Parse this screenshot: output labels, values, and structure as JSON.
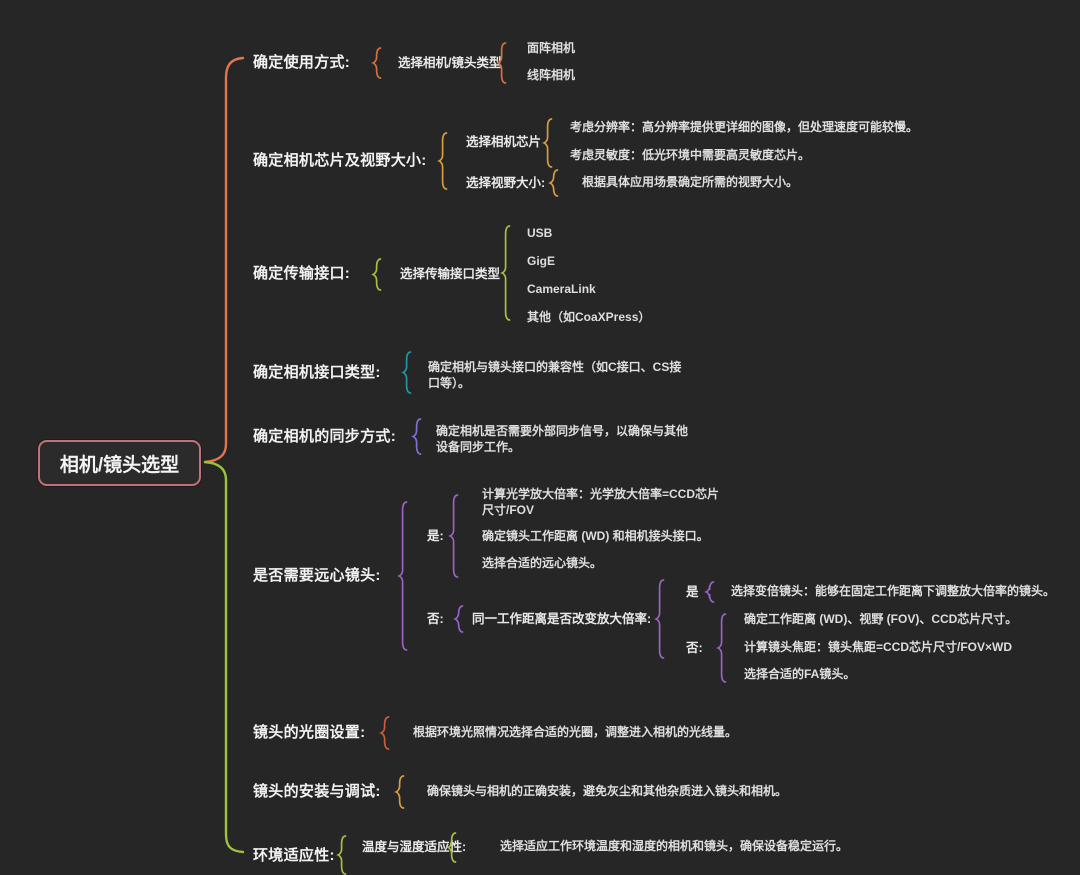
{
  "root": {
    "label": "相机/镜头选型"
  },
  "palette": {
    "background": "#262626",
    "root_border": "#c4717b",
    "trunk_top": "#e07550",
    "trunk_bottom": "#9cc23e",
    "branch_orange": "#d4703f",
    "branch_amber": "#d89c40",
    "branch_lime": "#a6bf3e",
    "branch_teal": "#2395a5",
    "branch_periwinkle": "#7b72d0",
    "branch_violet": "#9a62c3",
    "branch_red": "#ce5a3d"
  },
  "branches": [
    {
      "label": "确定使用方式:",
      "children": [
        {
          "label": "选择相机/镜头类型",
          "children": [
            {
              "label": "面阵相机"
            },
            {
              "label": "线阵相机"
            }
          ]
        }
      ]
    },
    {
      "label": "确定相机芯片及视野大小:",
      "children": [
        {
          "label": "选择相机芯片",
          "children": [
            {
              "label": "考虑分辨率：高分辨率提供更详细的图像，但处理速度可能较慢。"
            },
            {
              "label": "考虑灵敏度：低光环境中需要高灵敏度芯片。"
            }
          ]
        },
        {
          "label": "选择视野大小:",
          "children": [
            {
              "label": "根据具体应用场景确定所需的视野大小。"
            }
          ]
        }
      ]
    },
    {
      "label": "确定传输接口:",
      "children": [
        {
          "label": "选择传输接口类型",
          "children": [
            {
              "label": "USB"
            },
            {
              "label": "GigE"
            },
            {
              "label": "CameraLink"
            },
            {
              "label": "其他（如CoaXPress）"
            }
          ]
        }
      ]
    },
    {
      "label": "确定相机接口类型:",
      "children": [
        {
          "label": "确定相机与镜头接口的兼容性（如C接口、CS接口等）。"
        }
      ]
    },
    {
      "label": "确定相机的同步方式:",
      "children": [
        {
          "label": "确定相机是否需要外部同步信号，以确保与其他设备同步工作。"
        }
      ]
    },
    {
      "label": "是否需要远心镜头:",
      "children": [
        {
          "label": "是:",
          "children": [
            {
              "label": "计算光学放大倍率：光学放大倍率=CCD芯片尺寸/FOV"
            },
            {
              "label": "确定镜头工作距离 (WD) 和相机接头接口。"
            },
            {
              "label": "选择合适的远心镜头。"
            }
          ]
        },
        {
          "label": "否:",
          "children": [
            {
              "label": "同一工作距离是否改变放大倍率:",
              "children": [
                {
                  "label": "是",
                  "children": [
                    {
                      "label": "选择变倍镜头：能够在固定工作距离下调整放大倍率的镜头。"
                    }
                  ]
                },
                {
                  "label": "否:",
                  "children": [
                    {
                      "label": "确定工作距离 (WD)、视野 (FOV)、CCD芯片尺寸。"
                    },
                    {
                      "label": "计算镜头焦距：镜头焦距=CCD芯片尺寸/FOV×WD"
                    },
                    {
                      "label": "选择合适的FA镜头。"
                    }
                  ]
                }
              ]
            }
          ]
        }
      ]
    },
    {
      "label": "镜头的光圈设置:",
      "children": [
        {
          "label": "根据环境光照情况选择合适的光圈，调整进入相机的光线量。"
        }
      ]
    },
    {
      "label": "镜头的安装与调试:",
      "children": [
        {
          "label": "确保镜头与相机的正确安装，避免灰尘和其他杂质进入镜头和相机。"
        }
      ]
    },
    {
      "label": "环境适应性:",
      "children": [
        {
          "label": "温度与湿度适应性:",
          "children": [
            {
              "label": "选择适应工作环境温度和湿度的相机和镜头，确保设备稳定运行。"
            }
          ]
        }
      ]
    }
  ]
}
